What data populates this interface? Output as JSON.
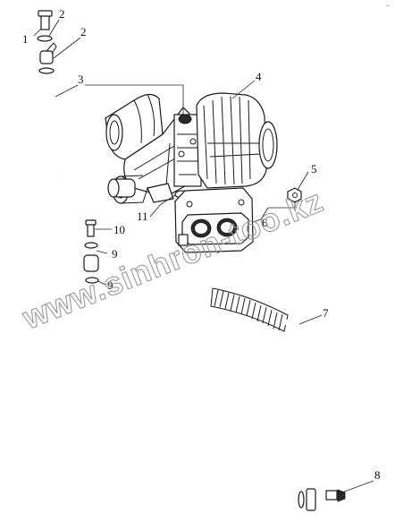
{
  "diagram": {
    "callouts": [
      "1",
      "2",
      "2",
      "3",
      "4",
      "5",
      "6",
      "7",
      "8",
      "9",
      "9",
      "10",
      "11"
    ],
    "watermark": "www.sinhron-too.kz",
    "corner_mark": "~"
  },
  "colors": {
    "line": "#1a1a1a",
    "watermark": "#9a9a9a",
    "background": "#ffffff"
  }
}
